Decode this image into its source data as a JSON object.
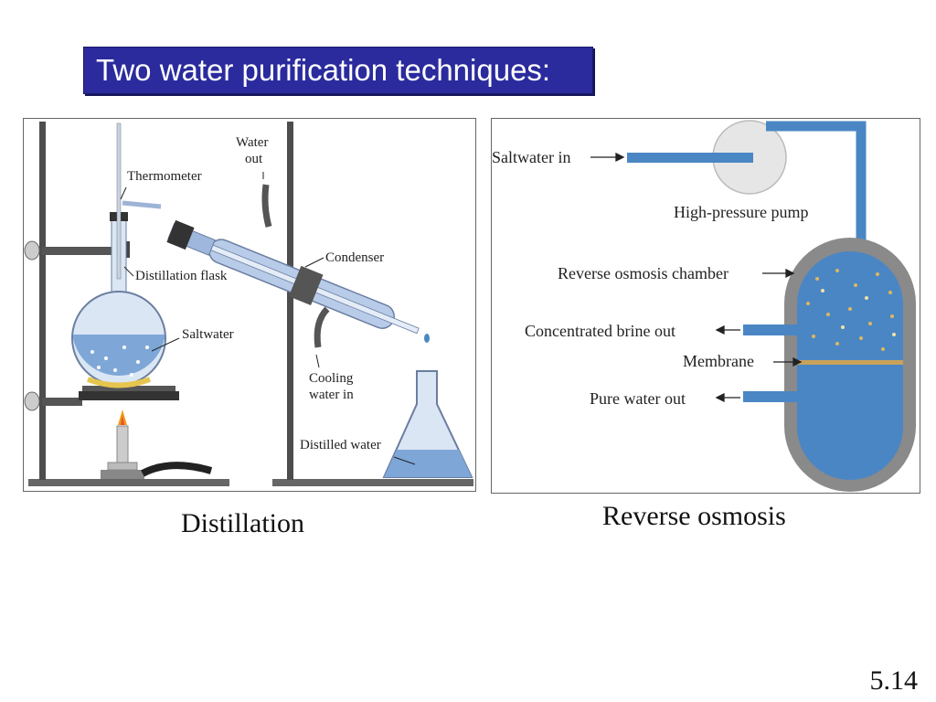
{
  "slide": {
    "title": "Two water purification techniques:",
    "page_number": "5.14"
  },
  "distillation": {
    "caption": "Distillation",
    "labels": {
      "thermometer": "Thermometer",
      "water_out_1": "Water",
      "water_out_2": "out",
      "condenser": "Condenser",
      "distillation_flask": "Distillation flask",
      "saltwater": "Saltwater",
      "cooling_water_1": "Cooling",
      "cooling_water_2": "water in",
      "distilled_water": "Distilled water"
    }
  },
  "reverse_osmosis": {
    "caption": "Reverse osmosis",
    "labels": {
      "saltwater_in": "Saltwater in",
      "pump": "High-pressure pump",
      "chamber": "Reverse osmosis chamber",
      "brine_out": "Concentrated brine out",
      "membrane": "Membrane",
      "pure_water_out": "Pure water out"
    }
  },
  "colors": {
    "title_bg": "#2b2b9e",
    "water_blue": "#4a86c4",
    "chamber_gray": "#8a8a8a",
    "membrane": "#c9a25a"
  }
}
